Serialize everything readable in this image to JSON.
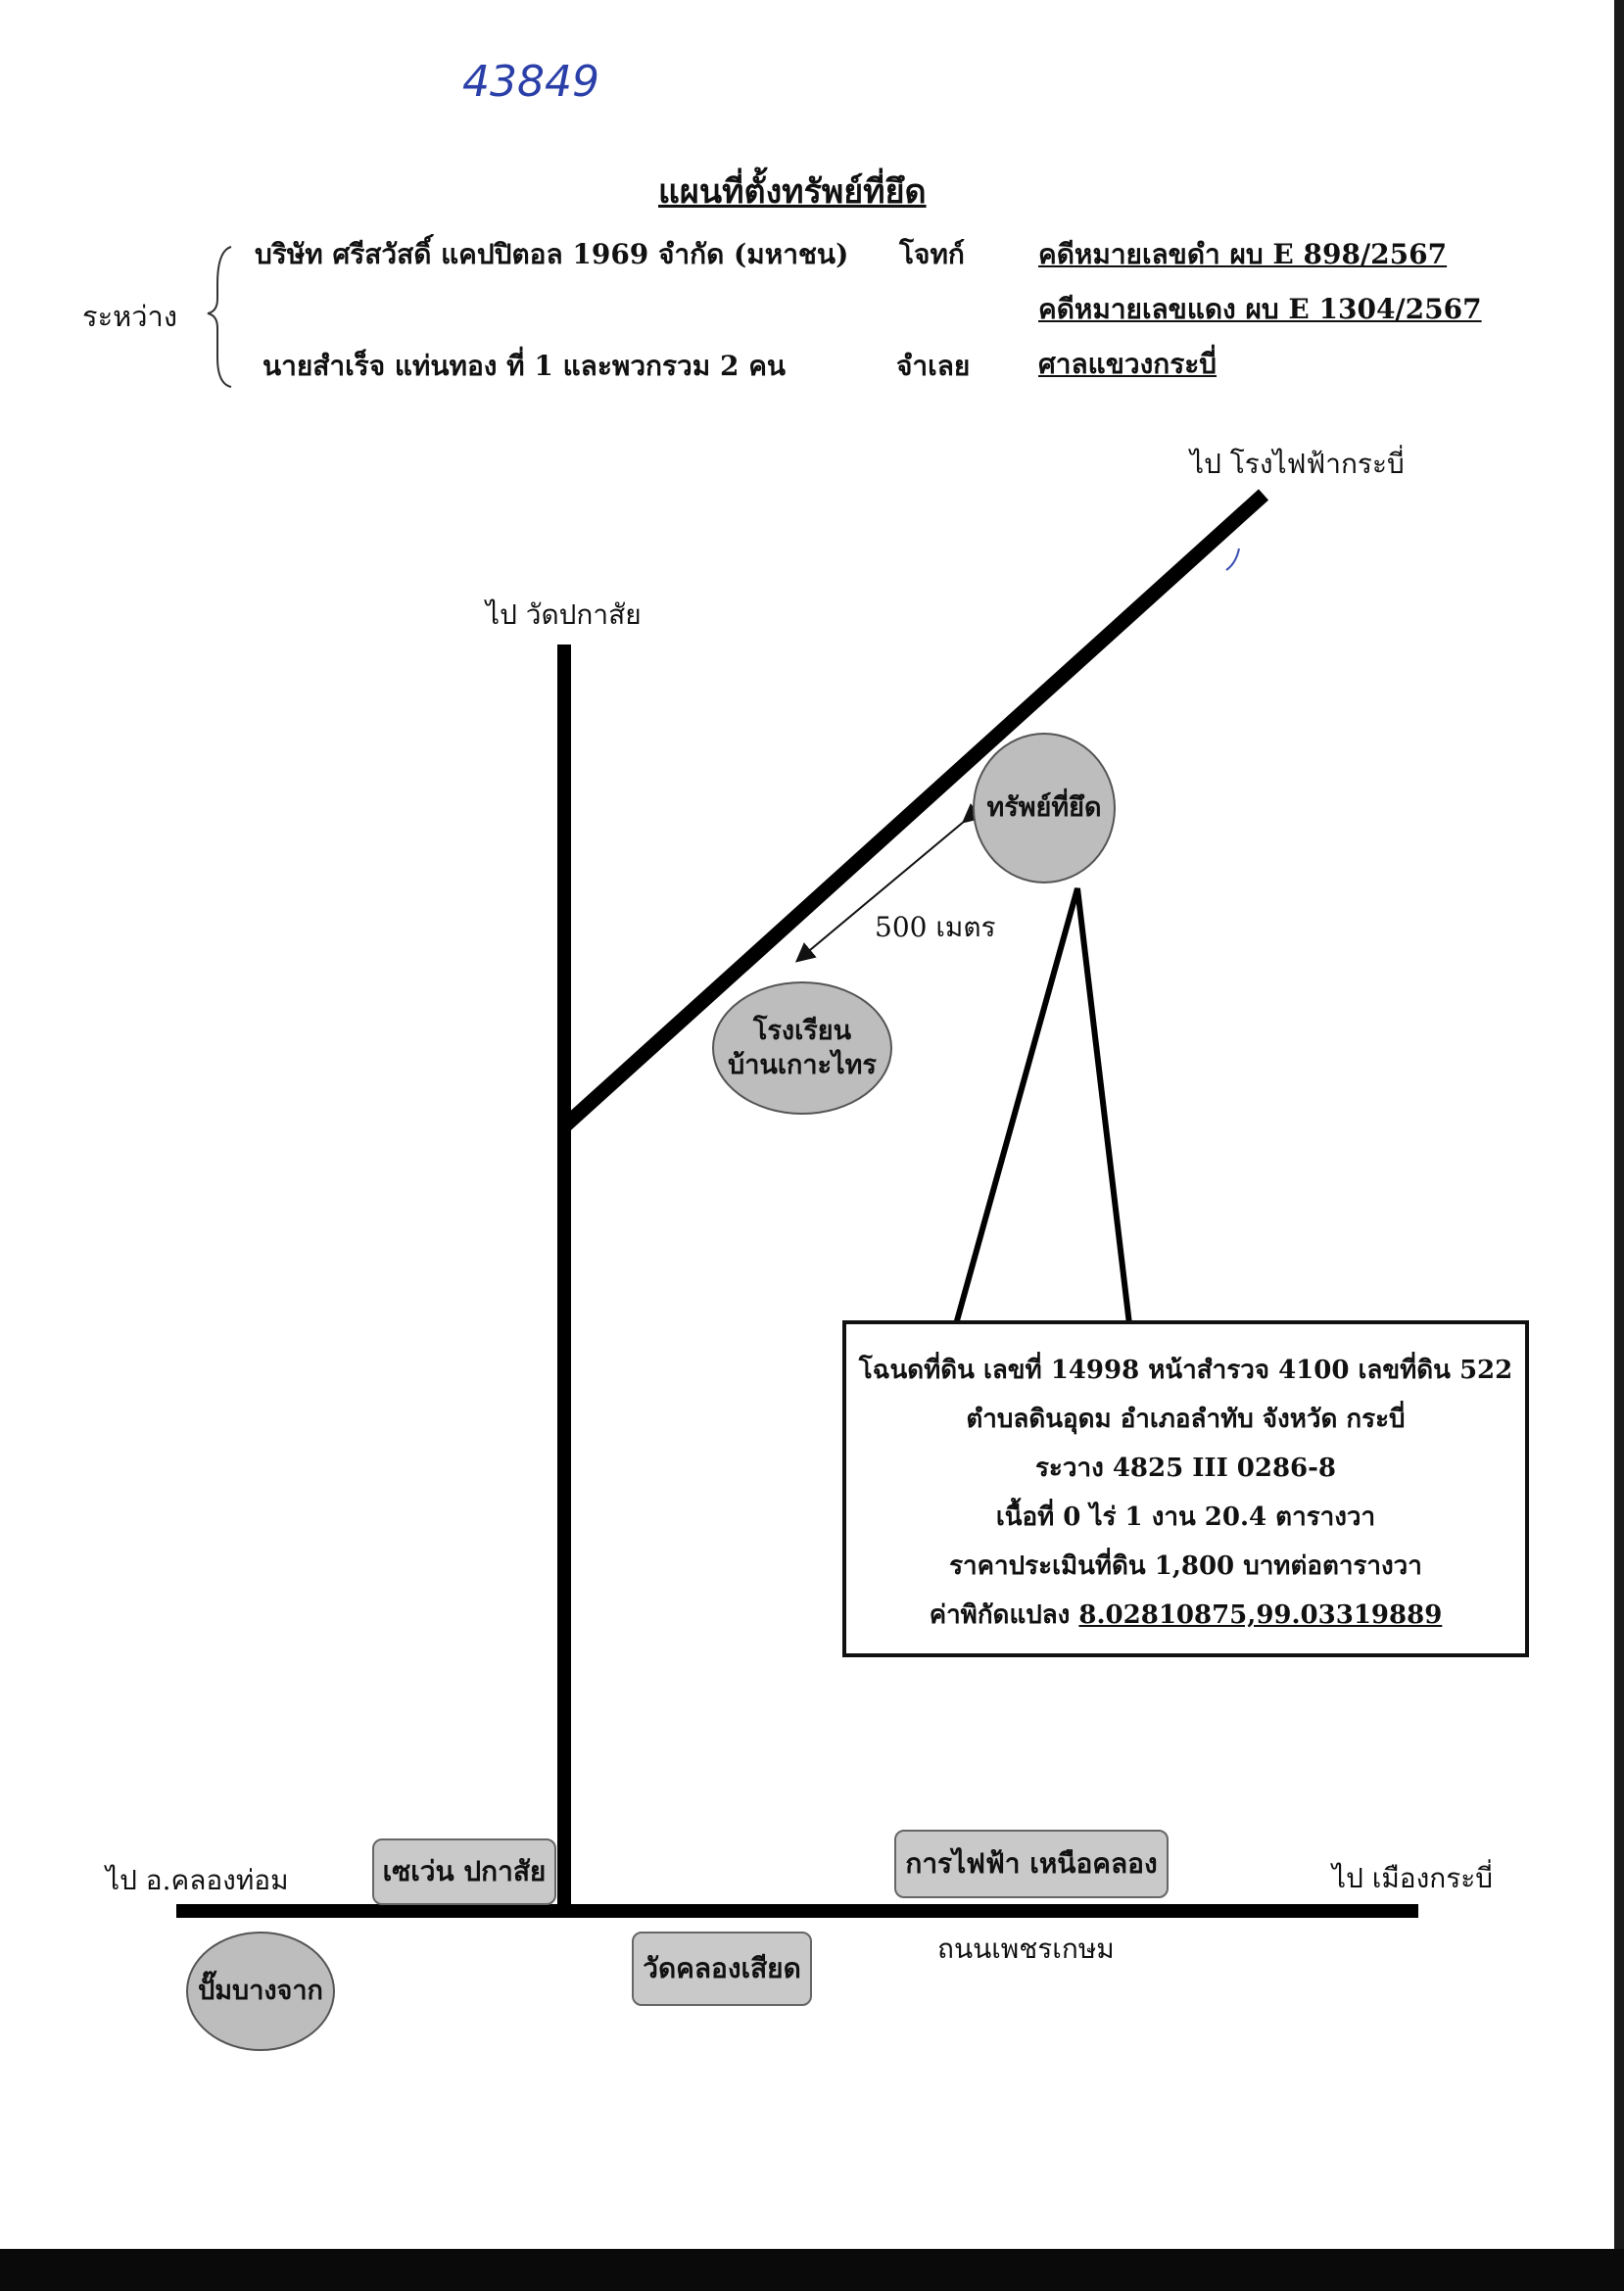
{
  "handwritten_note": "43849",
  "title": "แผนที่ตั้งทรัพย์ที่ยึด",
  "between_label": "ระหว่าง",
  "plaintiff": {
    "name": "บริษัท ศรีสวัสดิ์ แคปปิตอล 1969 จำกัด (มหาชน)",
    "role": "โจทก์"
  },
  "defendant": {
    "name": "นายสำเร็จ แท่นทอง ที่ 1 และพวกรวม 2 คน",
    "role": "จำเลย"
  },
  "case": {
    "black_no": "คดีหมายเลขดำ ผบ E 898/2567",
    "red_no": "คดีหมายเลขแดง ผบ E 1304/2567",
    "court": "ศาลแขวงกระบี่"
  },
  "map": {
    "to_power_plant": "ไป โรงไฟฟ้ากระบี่",
    "to_wat_pakasai": "ไป วัดปกาสัย",
    "to_khlong_thom": "ไป อ.คลองท่อม",
    "to_mueang_krabi": "ไป เมืองกระบี่",
    "road_name": "ถนนเพชรเกษม",
    "distance": "500 เมตร",
    "seized_property": "ทรัพย์ที่ยึด",
    "school": "โรงเรียน\nบ้านเกาะไทร",
    "seven_eleven": "เซเว่น ปกาสัย",
    "pea": "การไฟฟ้า เหนือคลอง",
    "wat": "วัดคลองเสียด",
    "gas_station": "ปั๊มบางจาก"
  },
  "info": {
    "line1": "โฉนดที่ดิน เลขที่ 14998 หน้าสำรวจ 4100 เลขที่ดิน 522",
    "line2": "ตำบลดินอุดม  อำเภอลำทับ จังหวัด กระบี่",
    "line3": "ระวาง 4825 III 0286-8",
    "line4": "เนื้อที่ 0 ไร่ 1 งาน 20.4 ตารางวา",
    "line5": "ราคาประเมินที่ดิน 1,800 บาทต่อตารางวา",
    "line6_label": "ค่าพิกัดแปลง",
    "line6_value": "8.02810875,99.03319889"
  }
}
